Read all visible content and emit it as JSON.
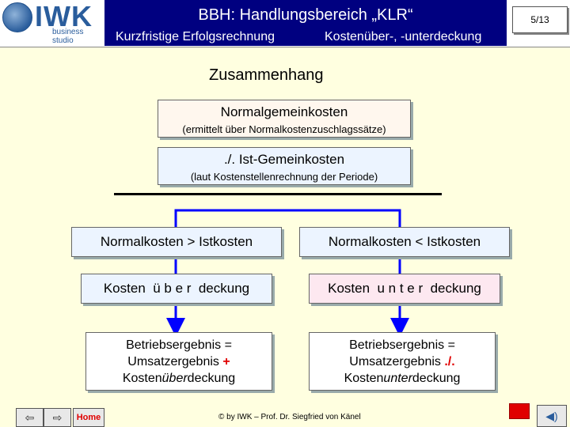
{
  "header": {
    "logo_text": "IWK",
    "logo_subtext": "business studio",
    "title": "BBH: Handlungsbereich „KLR“",
    "subtitle_left": "Kurzfristige Erfolgsrechnung",
    "subtitle_right": "Kostenüber-, -unterdeckung",
    "page": "5/13"
  },
  "diagram": {
    "heading": "Zusammenhang",
    "box1": {
      "title": "Normalgemeinkosten",
      "note": "(ermittelt über Normalkostenzuschlagssätze)"
    },
    "box2": {
      "title": "./. Ist-Gemeinkosten",
      "note": "(laut Kostenstellenrechnung der Periode)"
    },
    "left": {
      "condition": "Normalkosten > Istkosten",
      "result": "Kosten  ü b e r  deckung",
      "line1": "Betriebsergebnis =",
      "line2_prefix": "Umsatzergebnis ",
      "line2_op": "+",
      "line3_prefix": "Kosten",
      "line3_em": "über",
      "line3_suffix": "deckung"
    },
    "right": {
      "condition": "Normalkosten < Istkosten",
      "result": "Kosten  u n t e r  deckung",
      "line1": "Betriebsergebnis =",
      "line2_prefix": "Umsatzergebnis ",
      "line2_op": "./.",
      "line3_prefix": "Kosten",
      "line3_em": "unter",
      "line3_suffix": "deckung"
    },
    "colors": {
      "connector": "#0000ff",
      "operator": "#e00000"
    }
  },
  "footer": {
    "copyright": "© by IWK – Prof. Dr. Siegfried von Känel",
    "home_label": "Home",
    "back_icon": "⇦",
    "forward_icon": "⇨",
    "sound_icon": "◀)"
  }
}
